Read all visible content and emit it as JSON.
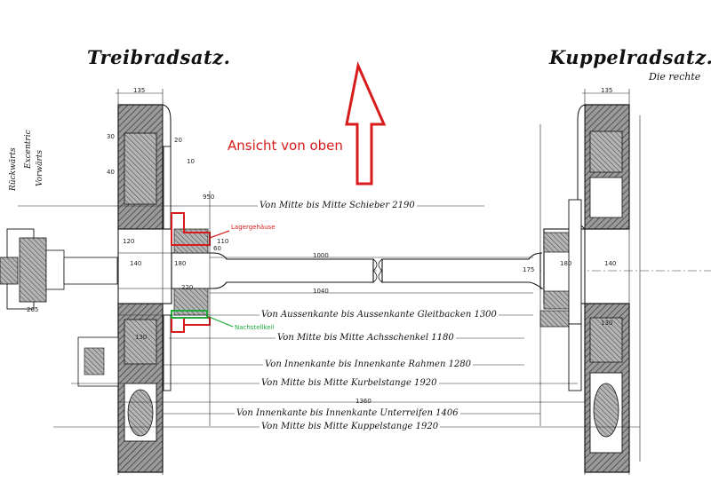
{
  "titles": {
    "left": "Treibradsatz.",
    "right": "Kuppelradsatz.",
    "right_sub": "Die rechte"
  },
  "annotations": {
    "view": "Ansicht von oben",
    "bearing": "Lagergehäuse",
    "wedge": "Nachstellkeil"
  },
  "side_labels": {
    "rueck": "Rückwärts",
    "exzenter": "Excentric",
    "vor": "Vorwärts"
  },
  "dimension_rows": [
    "Von Mitte bis Mitte Schieber 2190",
    "Von Aussenkante bis Aussenkante Gleitbacken 1300",
    "Von Mitte bis Mitte Achsschenkel 1180",
    "Von Innenkante bis Innenkante Rahmen 1280",
    "Von Mitte bis Mitte Kurbelstange 1920",
    "Von Innenkante bis Innenkante Unterreifen 1406",
    "Von Mitte bis Mitte Kuppelstange 1920"
  ],
  "dims": {
    "d135a": "135",
    "d135b": "135",
    "d950": "950",
    "d1000": "1000",
    "d1040": "1040",
    "d1360": "1360",
    "d140a": "140",
    "d140b": "140",
    "d130a": "130",
    "d130b": "130",
    "d180a": "180",
    "d180b": "180",
    "d220": "220",
    "d175": "175",
    "d120": "120",
    "d60": "60",
    "d10": "10",
    "d20": "20",
    "d30": "30",
    "d40": "40",
    "d110": "110",
    "d265": "265"
  },
  "colors": {
    "ink": "#1a1a1a",
    "red": "#d81b1b",
    "green": "#1faa3a",
    "hatch": "#555555"
  }
}
